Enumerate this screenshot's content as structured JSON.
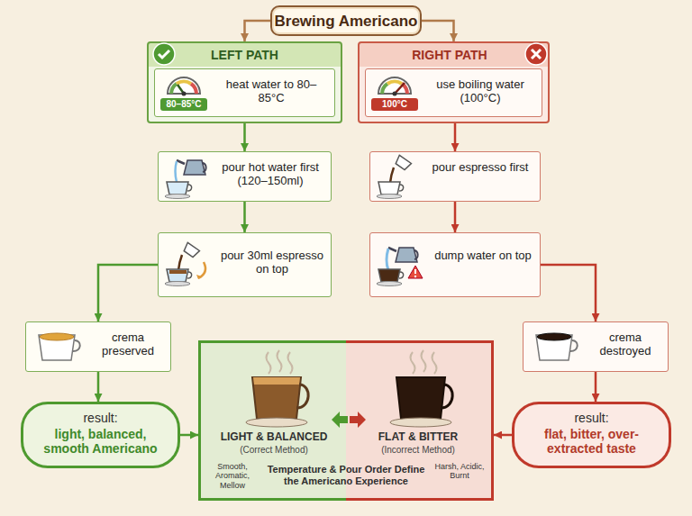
{
  "diagram": {
    "nodes": [
      {
        "text": [
          "Brewing Americano"
        ]
      },
      {
        "text": [
          "LEFT PATH"
        ]
      },
      {
        "text": [
          "80–85°C",
          "heat water to 80–85°C"
        ],
        "in": 1
      },
      {
        "text": [
          "pour hot water first (120–150ml)"
        ]
      },
      {
        "text": [
          "pour 30ml espresso on top"
        ]
      },
      {
        "text": [
          "RIGHT PATH"
        ]
      },
      {
        "text": [
          "100°C",
          "use boiling water (100°C)"
        ],
        "in": 5
      },
      {
        "text": [
          "pour espresso first"
        ]
      },
      {
        "text": [
          "dump water on top"
        ]
      },
      {
        "text": [
          "crema preserved"
        ]
      },
      {
        "text": [
          "crema destroyed"
        ]
      },
      {
        "text": [
          "result:",
          "light, balanced, smooth Americano"
        ]
      },
      {
        "text": [
          "LIGHT & BALANCED",
          "(Correct Method)",
          "FLAT & BITTER",
          "(Incorrect Method)",
          "Smooth, Aromatic, Mellow",
          "Temperature & Pour Order Define the Americano Experience",
          "Harsh, Acidic, Burnt"
        ]
      },
      {
        "text": [
          "result:",
          "flat, bitter, over-extracted taste"
        ]
      }
    ],
    "edges": [
      {
        "from": 0,
        "to": 1,
        "arrow": "to"
      },
      {
        "from": 0,
        "to": 5,
        "arrow": "to"
      },
      {
        "from": 2,
        "to": 3,
        "arrow": "to"
      },
      {
        "from": 3,
        "to": 4,
        "arrow": "to"
      },
      {
        "from": 4,
        "to": 9,
        "arrow": "to"
      },
      {
        "from": 9,
        "to": 11,
        "arrow": "to"
      },
      {
        "from": 11,
        "to": 12,
        "arrow": "to"
      },
      {
        "from": 6,
        "to": 7,
        "arrow": "to"
      },
      {
        "from": 7,
        "to": 8,
        "arrow": "to"
      },
      {
        "from": 8,
        "to": 10,
        "arrow": "to"
      },
      {
        "from": 10,
        "to": 13,
        "arrow": "to"
      },
      {
        "from": 13,
        "to": 12,
        "arrow": "to"
      }
    ]
  }
}
